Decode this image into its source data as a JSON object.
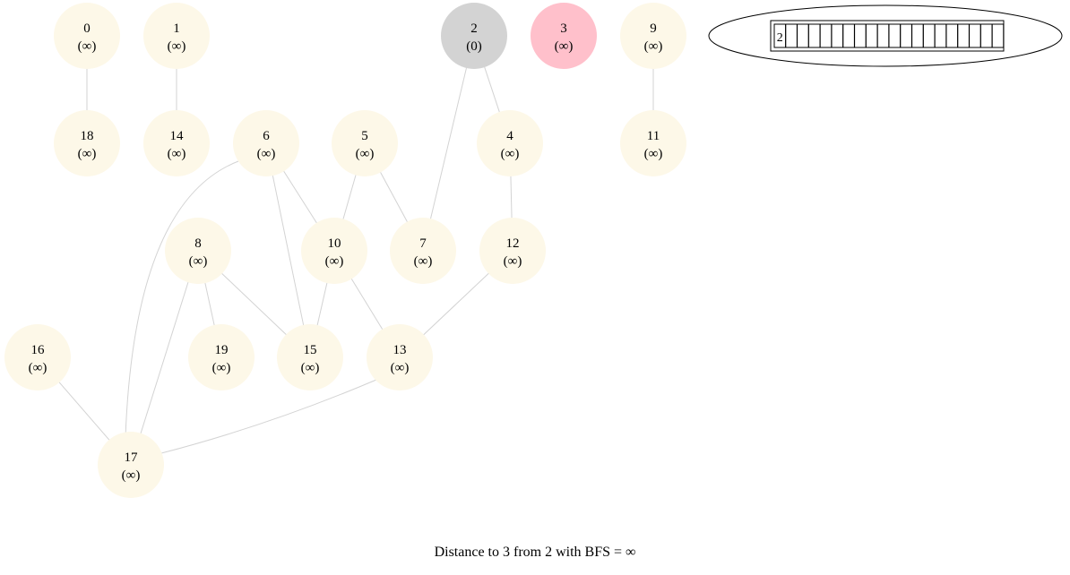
{
  "colors": {
    "node_default": "#fdf8e8",
    "node_source": "#d3d3d3",
    "node_target": "#ffc0cb",
    "edge": "#d3d3d3",
    "text": "#000000"
  },
  "graph": {
    "nodes": [
      {
        "id": "0",
        "dist": "(∞)",
        "state": "default"
      },
      {
        "id": "1",
        "dist": "(∞)",
        "state": "default"
      },
      {
        "id": "2",
        "dist": "(0)",
        "state": "source"
      },
      {
        "id": "3",
        "dist": "(∞)",
        "state": "target"
      },
      {
        "id": "9",
        "dist": "(∞)",
        "state": "default"
      },
      {
        "id": "18",
        "dist": "(∞)",
        "state": "default"
      },
      {
        "id": "14",
        "dist": "(∞)",
        "state": "default"
      },
      {
        "id": "6",
        "dist": "(∞)",
        "state": "default"
      },
      {
        "id": "5",
        "dist": "(∞)",
        "state": "default"
      },
      {
        "id": "4",
        "dist": "(∞)",
        "state": "default"
      },
      {
        "id": "11",
        "dist": "(∞)",
        "state": "default"
      },
      {
        "id": "8",
        "dist": "(∞)",
        "state": "default"
      },
      {
        "id": "10",
        "dist": "(∞)",
        "state": "default"
      },
      {
        "id": "7",
        "dist": "(∞)",
        "state": "default"
      },
      {
        "id": "12",
        "dist": "(∞)",
        "state": "default"
      },
      {
        "id": "16",
        "dist": "(∞)",
        "state": "default"
      },
      {
        "id": "19",
        "dist": "(∞)",
        "state": "default"
      },
      {
        "id": "15",
        "dist": "(∞)",
        "state": "default"
      },
      {
        "id": "13",
        "dist": "(∞)",
        "state": "default"
      },
      {
        "id": "17",
        "dist": "(∞)",
        "state": "default"
      }
    ],
    "edges": [
      [
        "0",
        "18"
      ],
      [
        "1",
        "14"
      ],
      [
        "2",
        "7"
      ],
      [
        "2",
        "4"
      ],
      [
        "9",
        "11"
      ],
      [
        "6",
        "17"
      ],
      [
        "6",
        "10"
      ],
      [
        "6",
        "15"
      ],
      [
        "5",
        "10"
      ],
      [
        "5",
        "7"
      ],
      [
        "4",
        "12"
      ],
      [
        "8",
        "19"
      ],
      [
        "8",
        "15"
      ],
      [
        "8",
        "17"
      ],
      [
        "10",
        "15"
      ],
      [
        "10",
        "13"
      ],
      [
        "12",
        "13"
      ],
      [
        "16",
        "17"
      ],
      [
        "13",
        "17"
      ]
    ]
  },
  "queue": {
    "cells": [
      "2",
      "",
      "",
      "",
      "",
      "",
      "",
      "",
      "",
      "",
      "",
      "",
      "",
      "",
      "",
      "",
      "",
      "",
      "",
      ""
    ]
  },
  "caption": "Distance to 3 from 2 with BFS = ∞"
}
